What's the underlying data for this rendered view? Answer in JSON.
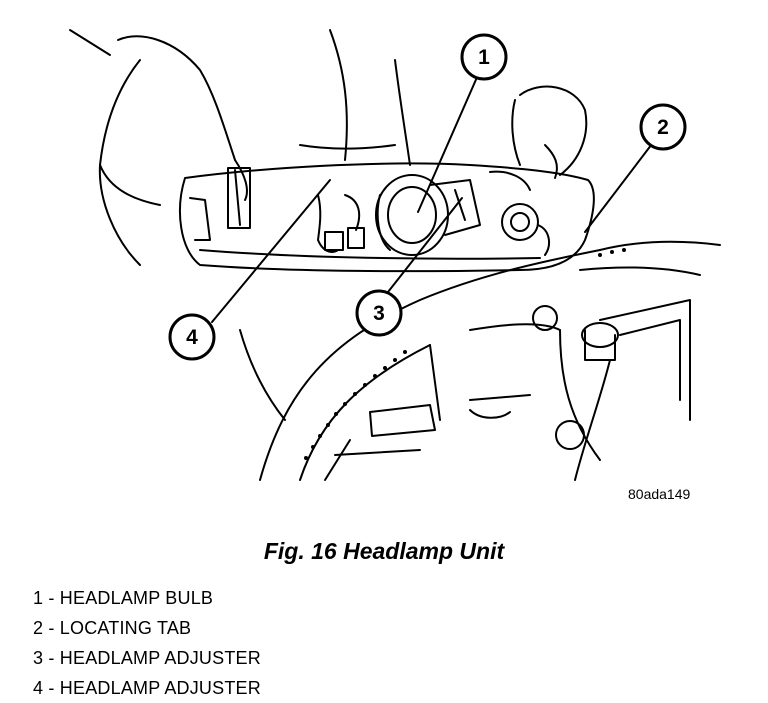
{
  "figure": {
    "code": "80ada149",
    "title": "Fig. 16 Headlamp Unit"
  },
  "callouts": [
    {
      "number": "1"
    },
    {
      "number": "2"
    },
    {
      "number": "3"
    },
    {
      "number": "4"
    }
  ],
  "legend": [
    {
      "text": "1 - HEADLAMP BULB"
    },
    {
      "text": "2 - LOCATING TAB"
    },
    {
      "text": "3 - HEADLAMP ADJUSTER"
    },
    {
      "text": "4 - HEADLAMP ADJUSTER"
    }
  ]
}
